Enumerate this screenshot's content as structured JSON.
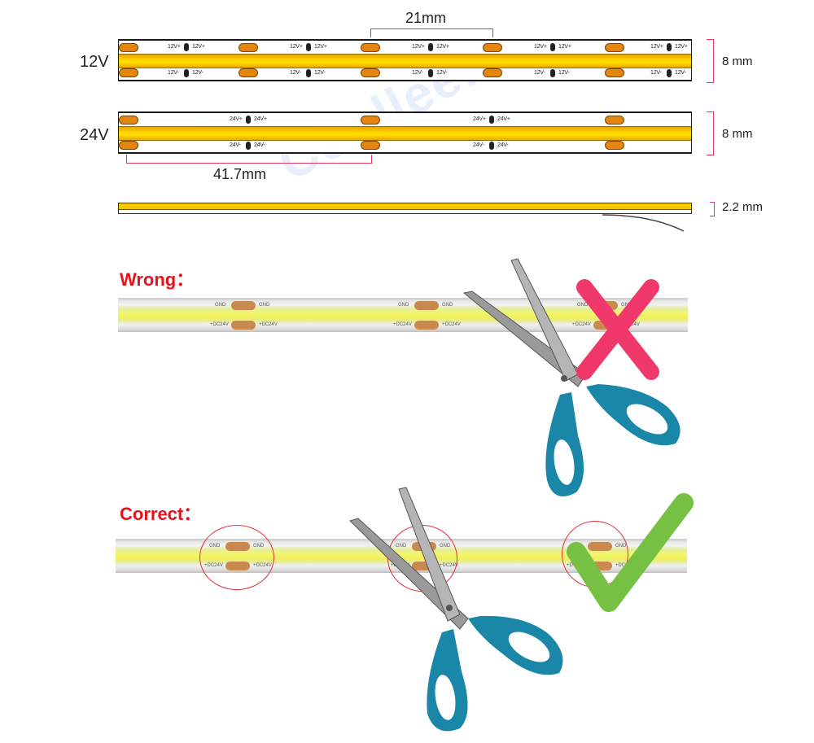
{
  "diagram": {
    "watermark": "Coolleen",
    "strip_12v": {
      "voltage_label": "12V",
      "cut_spacing_label": "21mm",
      "width_label": "8 mm",
      "pad_labels_top": [
        "12V+",
        "12V+"
      ],
      "pad_labels_bottom": [
        "12V-",
        "12V-"
      ]
    },
    "strip_24v": {
      "voltage_label": "24V",
      "cut_spacing_label": "41.7mm",
      "width_label": "8 mm",
      "pad_labels_top": [
        "24V+",
        "24V+"
      ],
      "pad_labels_bottom": [
        "24V-",
        "24V-"
      ]
    },
    "side_profile": {
      "thickness_label": "2.2 mm"
    },
    "wrong_section": {
      "heading": "Wrong：",
      "pad_text_top": [
        "GND",
        "GND"
      ],
      "pad_text_bottom": [
        "+DC24V",
        "+DC24V"
      ],
      "marker": "x-mark",
      "marker_color": "#f0386a"
    },
    "correct_section": {
      "heading": "Correct：",
      "pad_text_top": [
        "GND",
        "GND"
      ],
      "pad_text_bottom": [
        "+DC24V",
        "+DC24V"
      ],
      "marker": "check-mark",
      "marker_color": "#76c043"
    },
    "colors": {
      "heading_red": "#e8101a",
      "dimension_bracket": "#e0385a",
      "led_band_yellow": "#ffd400",
      "solder_pad_orange": "#e2860f",
      "scissors_handle_blue": "#1a86a8"
    }
  }
}
